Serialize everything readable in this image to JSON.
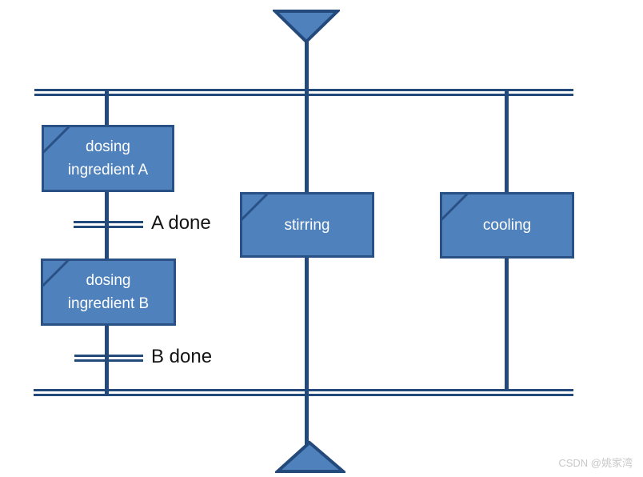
{
  "diagram": {
    "type": "sfc-parallel-branch",
    "steps": [
      {
        "id": "dosing-ingredient-a",
        "lines": [
          "dosing",
          "ingredient A"
        ]
      },
      {
        "id": "dosing-ingredient-b",
        "lines": [
          "dosing",
          "ingredient B"
        ]
      },
      {
        "id": "stirring",
        "lines": [
          "stirring"
        ]
      },
      {
        "id": "cooling",
        "lines": [
          "cooling"
        ]
      }
    ],
    "transitions": [
      {
        "id": "a-done",
        "label": "A done"
      },
      {
        "id": "b-done",
        "label": "B done"
      }
    ],
    "connectors": {
      "top": "entry-triangle-down",
      "bottom": "exit-triangle-up"
    },
    "colors": {
      "step_fill": "#4f81bd",
      "stroke": "#24497b",
      "box_stroke": "#2a5185",
      "step_text": "#ffffff",
      "label_text": "#141414",
      "watermark_text": "#c8c8c8"
    },
    "watermark": "CSDN @姚家湾"
  }
}
